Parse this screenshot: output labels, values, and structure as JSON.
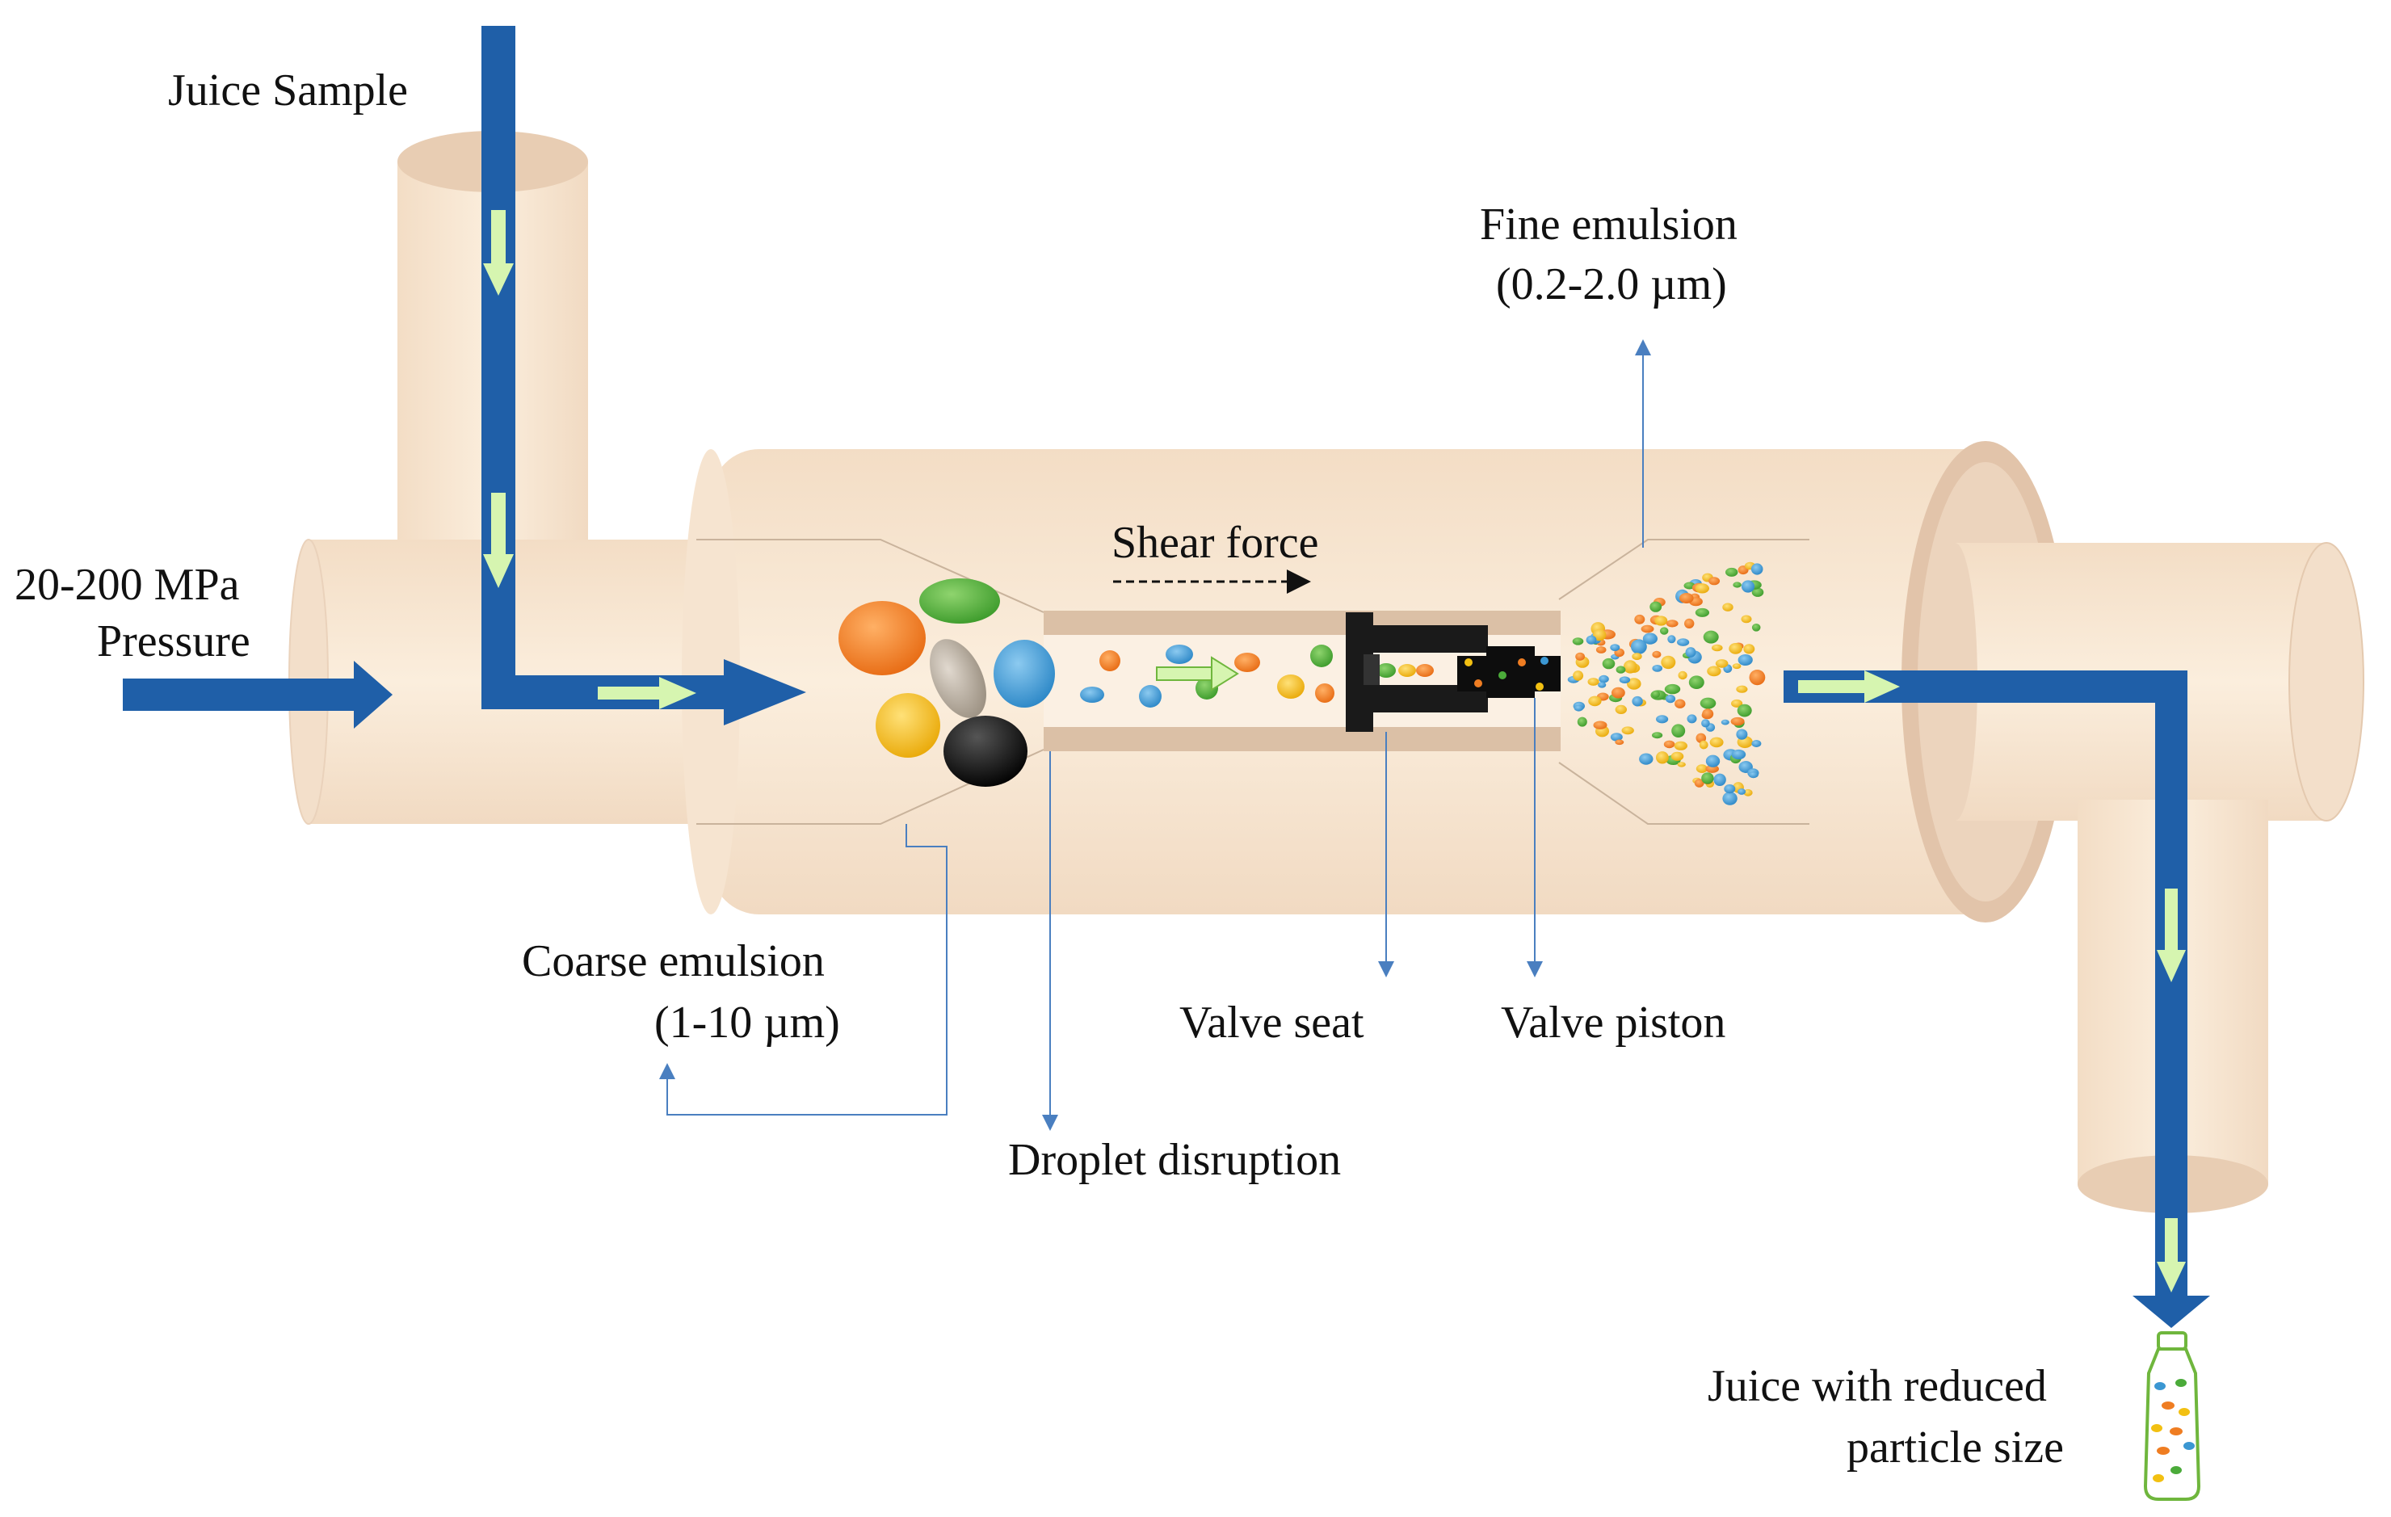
{
  "labels": {
    "juice_sample": "Juice Sample",
    "pressure_line1": "20-200 MPa",
    "pressure_line2": "Pressure",
    "shear_force": "Shear force",
    "fine_emulsion_line1": "Fine emulsion",
    "fine_emulsion_line2": "(0.2-2.0 µm)",
    "coarse_emulsion_line1": "Coarse emulsion",
    "coarse_emulsion_line2": "(1-10 µm)",
    "valve_seat": "Valve seat",
    "valve_piston": "Valve piston",
    "droplet_disruption": "Droplet disruption",
    "juice_reduced_line1": "Juice with reduced",
    "juice_reduced_line2": "particle size"
  },
  "colors": {
    "body_fill": "#f7e6d2",
    "body_shade": "#e7cab0",
    "flow_arrow": "#1f5fa8",
    "inner_arrow": "#d6f5b0",
    "leader_line": "#4a7fc0",
    "droplet_orange": "#ef7d22",
    "droplet_green": "#4bab3a",
    "droplet_blue": "#3b97d2",
    "droplet_yellow": "#f2c012",
    "droplet_gray": "#b5aa9c",
    "droplet_black": "#111111"
  }
}
